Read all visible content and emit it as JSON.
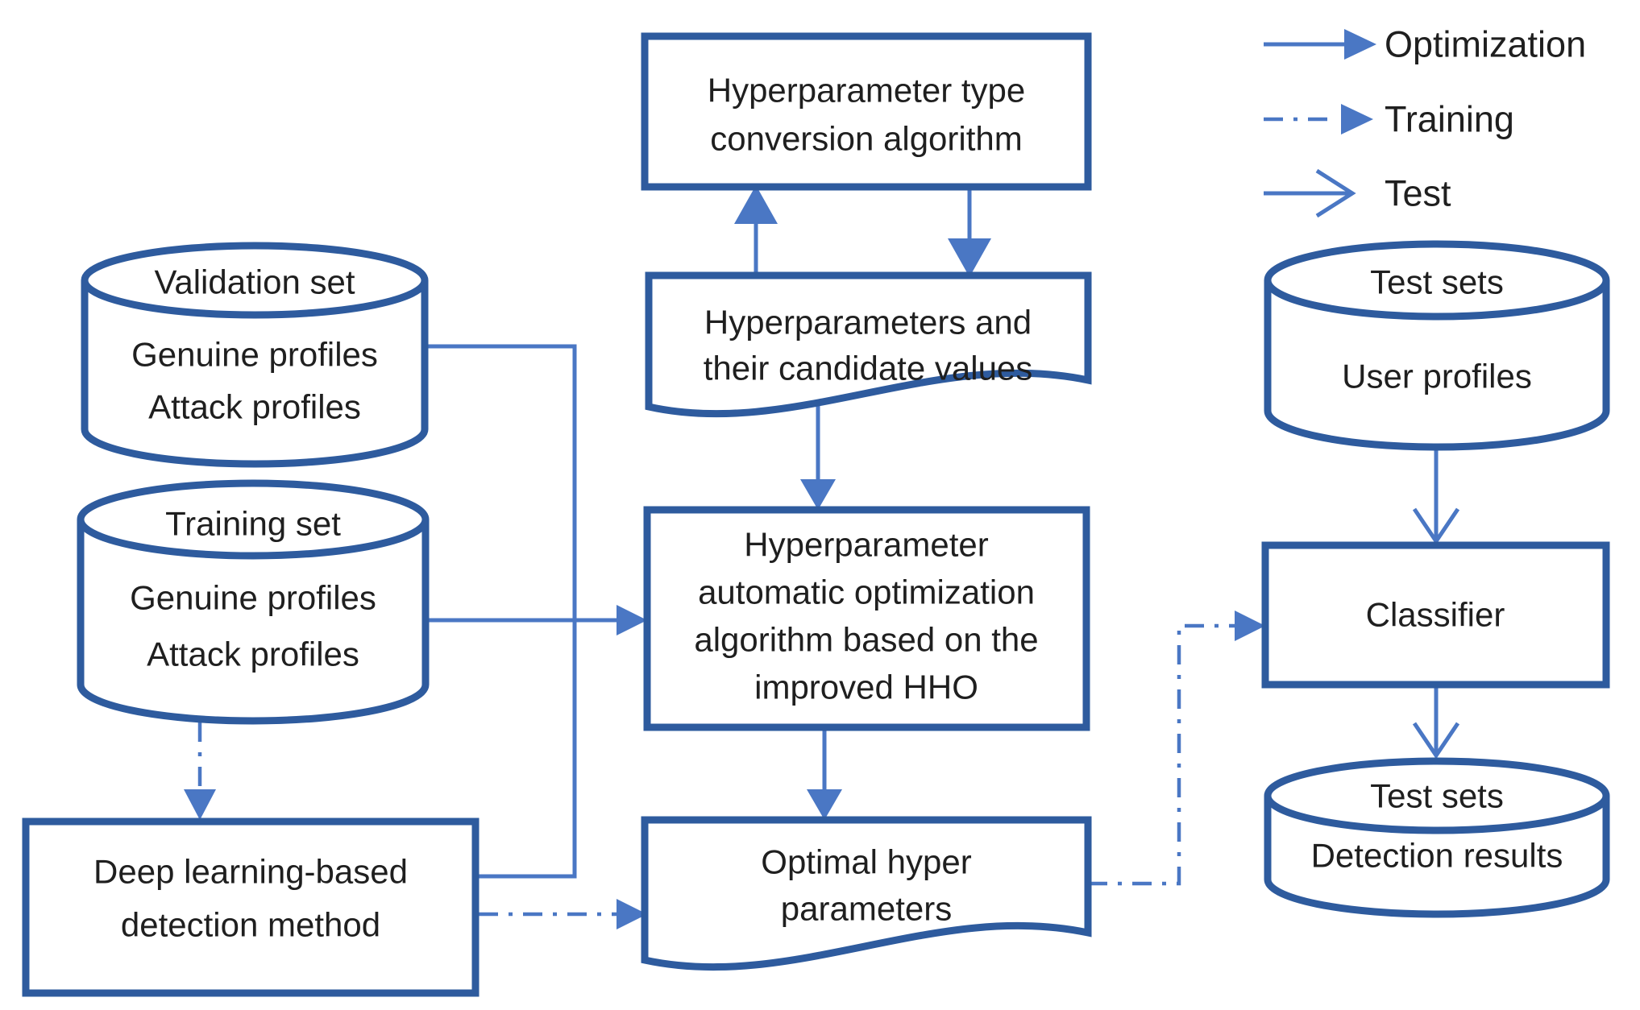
{
  "colors": {
    "shape_border": "#2e5b9e",
    "connector": "#4a77c4",
    "text_color": "#1f1f1f",
    "background": "#ffffff"
  },
  "shapes": {
    "top_box": {
      "line1": "Hyperparameter type",
      "line2": "conversion algorithm"
    },
    "candidates_doc": {
      "line1": "Hyperparameters and",
      "line2": "their candidate values"
    },
    "hho_box": {
      "line1": "Hyperparameter",
      "line2": "automatic optimization",
      "line3": "algorithm based on the",
      "line4": "improved HHO"
    },
    "optimal_doc": {
      "line1": "Optimal hyper",
      "line2": "parameters"
    },
    "validation_cylinder": {
      "title": "Validation set",
      "line1": "Genuine profiles",
      "line2": "Attack profiles"
    },
    "training_cylinder": {
      "title": "Training set",
      "line1": "Genuine profiles",
      "line2": "Attack profiles"
    },
    "deep_box": {
      "line1": "Deep learning-based",
      "line2": "detection method"
    },
    "test_cylinder": {
      "title": "Test sets",
      "line1": "User profiles"
    },
    "classifier_box": {
      "label": "Classifier"
    },
    "results_cylinder": {
      "title": "Test sets",
      "line1": "Detection results"
    }
  },
  "legend": {
    "items": [
      {
        "label": "Optimization",
        "style": "solid-filled-arrow"
      },
      {
        "label": "Training",
        "style": "dashdot-filled-arrow"
      },
      {
        "label": "Test",
        "style": "solid-open-arrow"
      }
    ]
  }
}
